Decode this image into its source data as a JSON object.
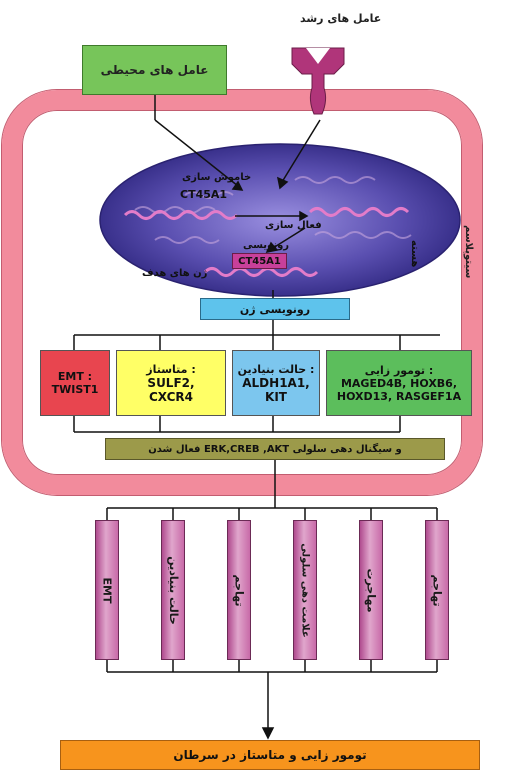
{
  "growth_factor_label": "عامل های رشد",
  "environmental_factors_label": "عامل های محیطی",
  "cytoplasm_label": "سیتوپلاسم",
  "nucleus_label": "هسته",
  "nucleus": {
    "silencing_label": "خاموش سازی",
    "silencing_gene": "CT45A1",
    "activation_label": "فعال سازی",
    "transcription_label": "رونویسی",
    "transcription_gene": "CT45A1",
    "target_genes_label": "ژن های هدف"
  },
  "gene_transcription_label": "رونویسی ژن",
  "categories": [
    {
      "title": "EMT :",
      "genes": [
        "TWIST1"
      ],
      "color": "#e8454f"
    },
    {
      "title": "متاستاز :",
      "genes": [
        "SULF2,",
        "CXCR4"
      ],
      "color": "#ffff66"
    },
    {
      "title": "حالت بنیادین :",
      "genes": [
        "ALDH1A1,",
        "KIT"
      ],
      "color": "#7cc6ee"
    },
    {
      "title": "تومور زایی :",
      "genes": [
        "MAGED4B, HOXB6,",
        "HOXD13,  RASGEF1A"
      ],
      "color": "#5cbe5c"
    }
  ],
  "signaling_label": "فعال شدن ERK,CREB ,AKT و سیگنال دهی سلولی",
  "processes": [
    "EMT",
    "حالت بنیادین",
    "تهاجم",
    "علامت دهی سلولی",
    "مهاجرت",
    "تهاجم"
  ],
  "outcome_label": "تومور زایی و متاستاز در سرطان",
  "colors": {
    "membrane": "#f28b9c",
    "environmental": "#77c55a",
    "nucleus": "#5a4fb0",
    "gene_transcription": "#5ec3ec",
    "signaling": "#9c9a4a",
    "outcome": "#f7941d",
    "receptor": "#b0357a"
  }
}
